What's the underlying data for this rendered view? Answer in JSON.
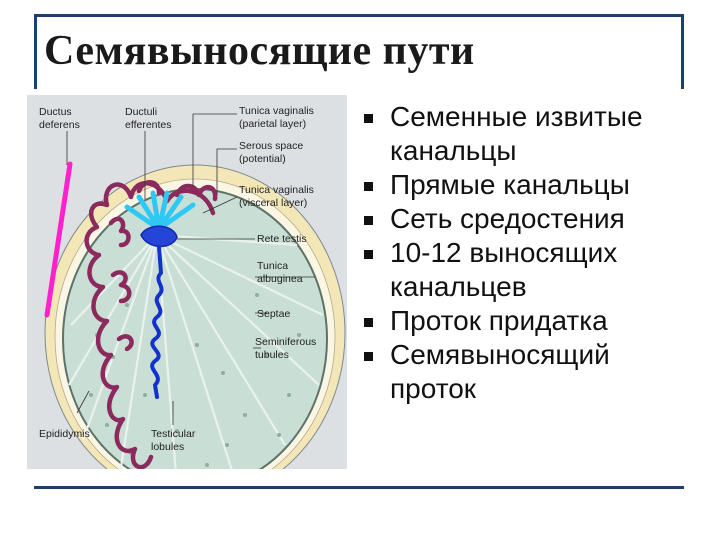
{
  "slide": {
    "title": "Семявыносящие пути"
  },
  "diagram": {
    "labels": {
      "ductus_deferens": [
        "Ductus",
        "deferens"
      ],
      "ductuli_efferentes": [
        "Ductuli",
        "efferentes"
      ],
      "tunica_vaginalis_parietal": [
        "Tunica vaginalis",
        "(parietal layer)"
      ],
      "serous_space": [
        "Serous space",
        "(potential)"
      ],
      "tunica_vaginalis_visceral": [
        "Tunica vaginalis",
        "(visceral layer)"
      ],
      "rete_testis": [
        "Rete testis"
      ],
      "tunica_albuginea": [
        "Tunica",
        "albuginea"
      ],
      "septae": [
        "Septae"
      ],
      "seminiferous_tubules": [
        "Seminiferous",
        "tubules"
      ],
      "epididymis": [
        "Epididymis"
      ],
      "testicular_lobules": [
        "Testicular",
        "lobules"
      ]
    },
    "colors": {
      "background": "#dde0e2",
      "tunica_parietal": "#f3e7b8",
      "testis": "#c9dfd6",
      "epididymis": "#8c2a5e",
      "ductus_deferens": "#ff22cc",
      "efferent_ducts": "#2fc8f5",
      "rete_testis": "#2545d8",
      "duct_path": "#1133cc"
    }
  },
  "bullets": [
    {
      "lines": [
        "Семенные извитые",
        "канальцы"
      ]
    },
    {
      "lines": [
        "Прямые канальцы"
      ]
    },
    {
      "lines": [
        "Сеть средостения"
      ]
    },
    {
      "lines": [
        "10-12 выносящих",
        "канальцев"
      ]
    },
    {
      "lines": [
        "Проток придатка"
      ]
    },
    {
      "lines": [
        "Семявыносящий",
        "проток"
      ]
    }
  ]
}
